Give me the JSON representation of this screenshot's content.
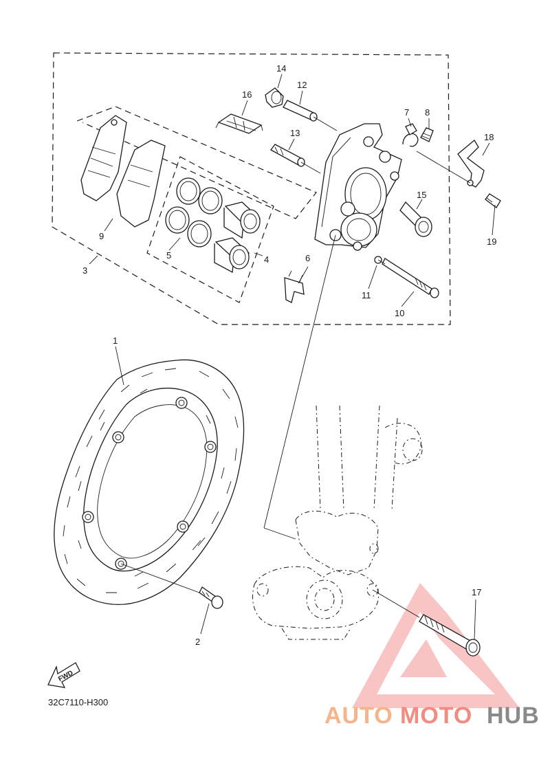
{
  "callouts": [
    "1",
    "2",
    "3",
    "4",
    "5",
    "6",
    "7",
    "8",
    "9",
    "10",
    "11",
    "12",
    "13",
    "14",
    "15",
    "16",
    "17",
    "18",
    "19"
  ],
  "diagram_code": "32C7110-H300",
  "fwd_label": "FWD",
  "watermark": {
    "auto": "AUTO",
    "moto": "MOTO",
    "hub": "HUB",
    "colors": {
      "auto": "#f5b48a",
      "moto": "#f08c80",
      "hub": "#8a8a8a",
      "triangle": "#f08080"
    }
  }
}
